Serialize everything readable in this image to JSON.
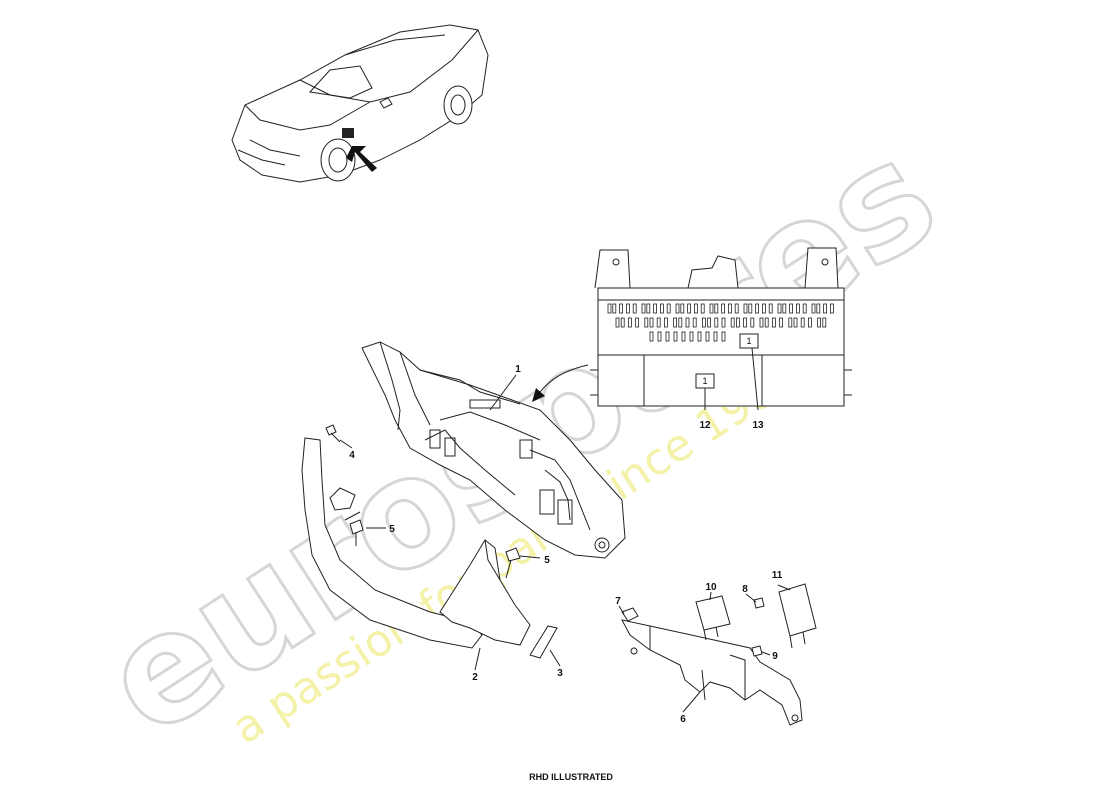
{
  "watermark": {
    "brand": "eurospares",
    "tagline": "a passion for parts since 1985"
  },
  "callouts": [
    "1",
    "2",
    "3",
    "4",
    "5",
    "5",
    "6",
    "7",
    "8",
    "9",
    "10",
    "11",
    "12",
    "13"
  ],
  "detail_box_labels": [
    "1",
    "1"
  ],
  "footer_note": "RHD ILLUSTRATED",
  "colors": {
    "line": "#222222",
    "watermark_logo": "#d6d6d6",
    "watermark_tagline": "#f4f1a8"
  }
}
